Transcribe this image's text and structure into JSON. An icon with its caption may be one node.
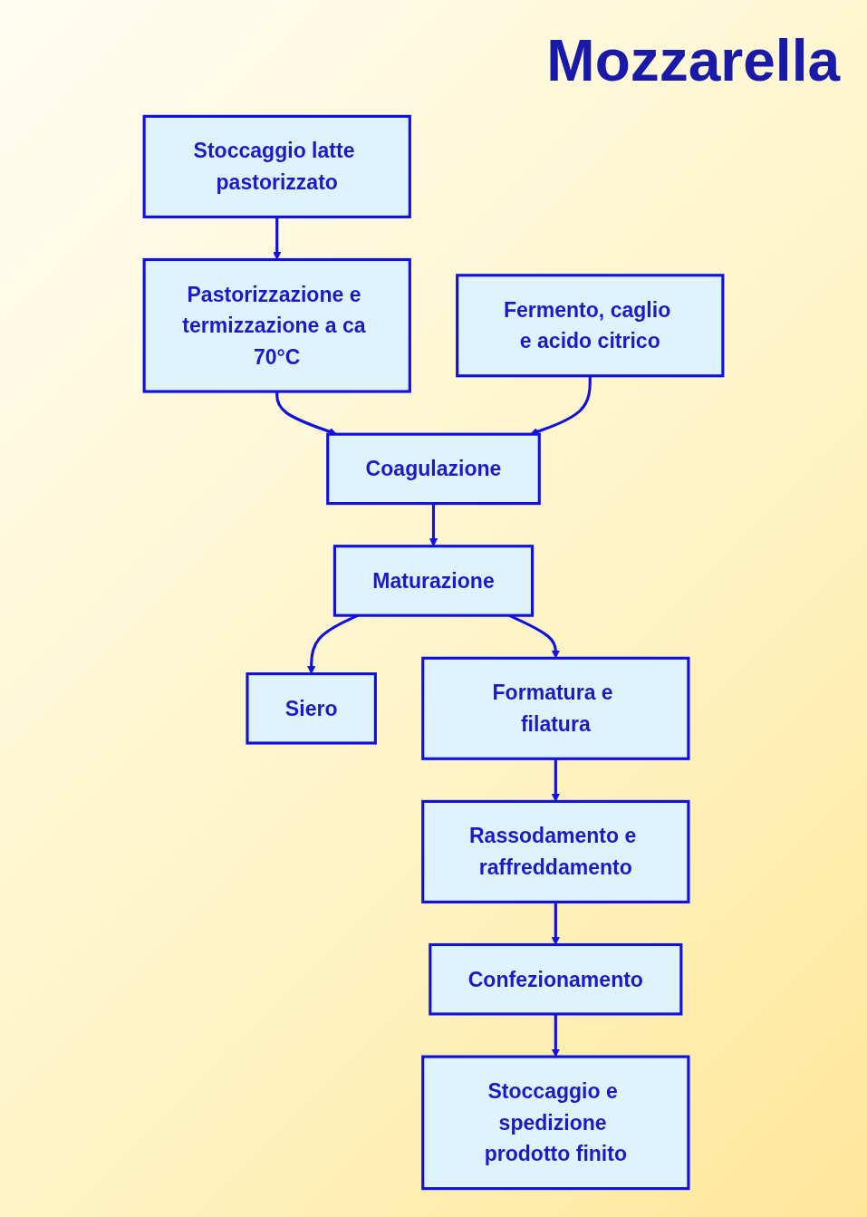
{
  "diagram": {
    "title": "Mozzarella",
    "nodes": [
      {
        "text": [
          "Stoccaggio latte pastorizzato"
        ]
      },
      {
        "text": [
          "Pastorizzazione e termizzazione a ca 70°C"
        ]
      },
      {
        "text": [
          "Coagulazione"
        ]
      },
      {
        "text": [
          "Fermento, caglio e acido citrico"
        ]
      },
      {
        "text": [
          "Maturazione"
        ]
      },
      {
        "text": [
          "Siero"
        ]
      },
      {
        "text": [
          "Formatura e filatura"
        ]
      },
      {
        "text": [
          "Rassodamento e raffreddamento"
        ]
      },
      {
        "text": [
          "Confezionamento"
        ]
      },
      {
        "text": [
          "Stoccaggio e spedizione prodotto finito"
        ]
      }
    ],
    "edges": [
      {
        "from": 0,
        "to": 1,
        "arrow": "to"
      },
      {
        "from": 1,
        "to": 2,
        "arrow": "to"
      },
      {
        "from": 3,
        "to": 2,
        "arrow": "to"
      },
      {
        "from": 2,
        "to": 4,
        "arrow": "to"
      },
      {
        "from": 4,
        "to": 5,
        "arrow": "to"
      },
      {
        "from": 4,
        "to": 6,
        "arrow": "to"
      },
      {
        "from": 6,
        "to": 7,
        "arrow": "to"
      },
      {
        "from": 7,
        "to": 8,
        "arrow": "to"
      },
      {
        "from": 8,
        "to": 9,
        "arrow": "to"
      }
    ]
  }
}
